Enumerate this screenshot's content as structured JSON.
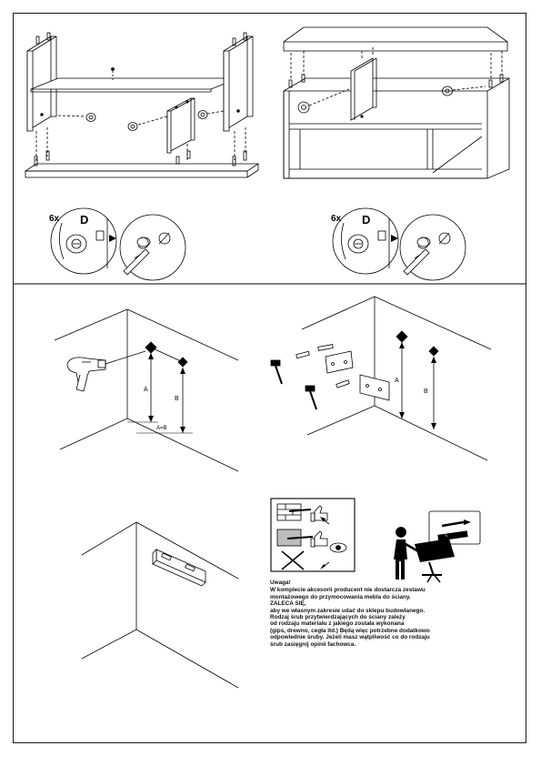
{
  "colors": {
    "line": "#000000",
    "paper": "#ffffff",
    "shade": "#bdbdbd"
  },
  "step1": {
    "detail": {
      "count": "6x",
      "part": "D"
    }
  },
  "step2": {
    "detail": {
      "count": "6x",
      "part": "D"
    }
  },
  "step3": {
    "labels": {
      "a": "A",
      "b": "B",
      "equation": "A=B"
    }
  },
  "step4": {
    "labels": {
      "a": "A",
      "b": "B"
    }
  },
  "warning": {
    "title": "Uwaga!",
    "lines": [
      "W komplecie akcesorii producent nie dostarcza zestawu",
      "montażowego do przymocowania mebla do ściany.",
      "ZALECA SIĘ,",
      "aby we własnym zakresie udać do sklepu budowlanego.",
      "Rodzaj śrub przytwierdzających do ściany zależy",
      "od rodzaju materiału z jakiego została wykonana",
      "(gips, drewno, cegła itd.) Będą więc potrzebne dodatkowo",
      "odpowiednie śruby. Jeżeli masz wątpliwość co do rodzaju",
      "śrub zasięgnij opinii fachowca."
    ]
  }
}
